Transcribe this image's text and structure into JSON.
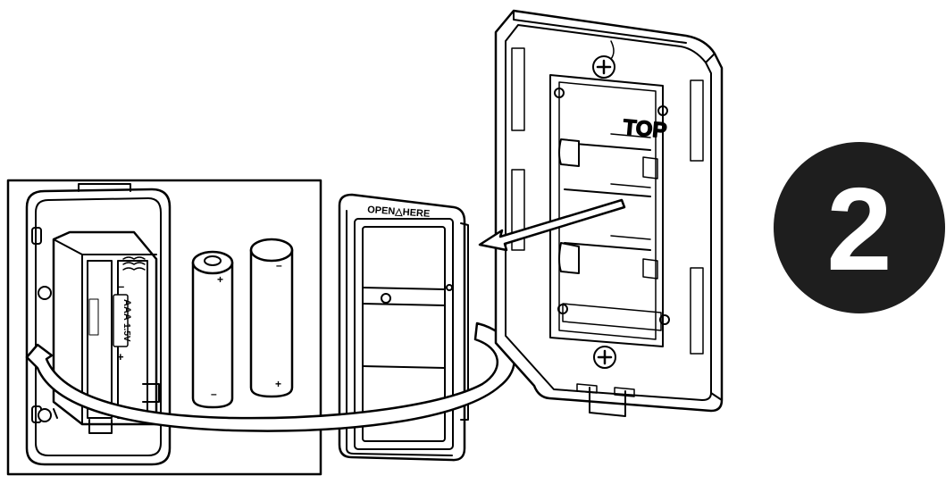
{
  "step": {
    "number": "2"
  },
  "battery_holder": {
    "label_line1": "AAA",
    "label_line2": "1.5V",
    "plus": "+",
    "minus": "–"
  },
  "batteries": [
    {
      "plus": "+",
      "minus": "–"
    },
    {
      "plus": "+",
      "minus": "–"
    }
  ],
  "cover": {
    "label": "OPEN△HERE"
  },
  "bracket": {
    "label": "TOP"
  },
  "colors": {
    "ink": "#000000",
    "paper": "#ffffff",
    "badge": "#1e1e1e",
    "arrow_fill": "#ffffff"
  },
  "icons": [
    "curved-arrow-icon",
    "straight-arrow-icon",
    "screw-icon"
  ]
}
